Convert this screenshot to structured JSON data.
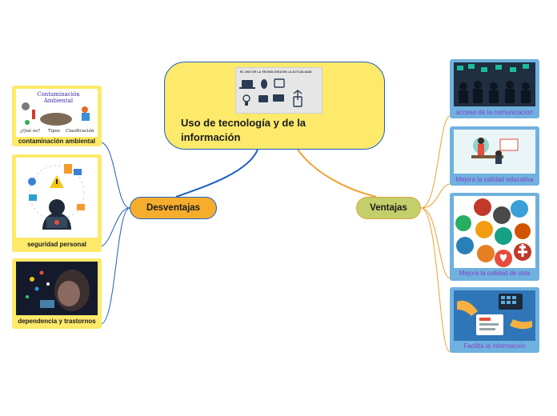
{
  "central": {
    "title": "Uso de tecnología  y de la información",
    "image_caption": "EL USO DE LA TECNOLOGÍA EN LA ACTUALIDAD"
  },
  "branches": {
    "left": "Desventajas",
    "right": "Ventajas"
  },
  "disadvantages": [
    {
      "label": "contaminación ambiental",
      "image_title": "Contaminación Ambiental",
      "image_words": [
        "¿Qué es?",
        "Tipos",
        "Clasificación"
      ]
    },
    {
      "label": "seguridad personal"
    },
    {
      "label": "dependencia y trastornos"
    }
  ],
  "advantages": [
    {
      "label": "acceso de la comunicacion"
    },
    {
      "label": "Mejora la calidad  educativa"
    },
    {
      "label": "Mejora la calidad de vida"
    },
    {
      "label": "Facilita la información"
    }
  ],
  "colors": {
    "central_fill": "#fde96a",
    "left_pill": "#f6ad2c",
    "right_pill": "#c3cf6b",
    "left_link": "#1f5fbf",
    "right_link": "#f0a030",
    "right_card": "#6fb1df",
    "right_label_text": "#8a3fc8"
  }
}
